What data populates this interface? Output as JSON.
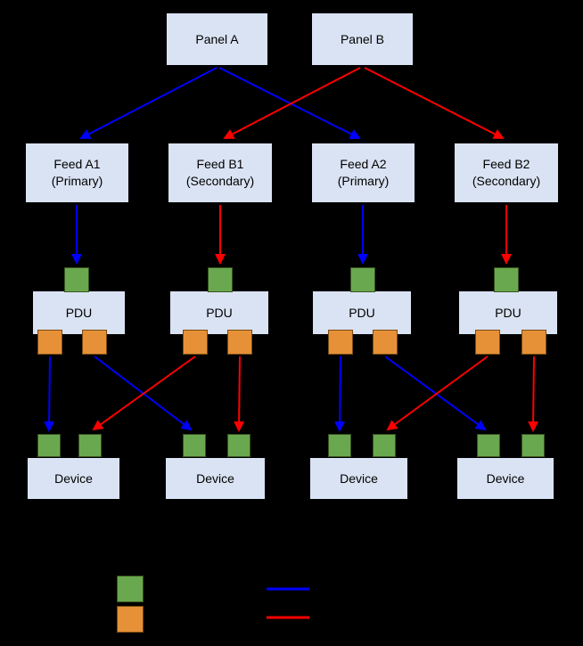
{
  "diagram": {
    "panels": [
      {
        "label": "Panel A"
      },
      {
        "label": "Panel B"
      }
    ],
    "feeds": [
      {
        "name": "Feed A1",
        "type": "(Primary)"
      },
      {
        "name": "Feed B1",
        "type": "(Secondary)"
      },
      {
        "name": "Feed A2",
        "type": "(Primary)"
      },
      {
        "name": "Feed B2",
        "type": "(Secondary)"
      }
    ],
    "labels": {
      "pdu": "PDU",
      "device": "Device"
    }
  },
  "colors": {
    "background": "#000000",
    "node_fill": "#dae3f3",
    "input_port": "#6aa84f",
    "output_port": "#e69138",
    "primary_path": "#0000ff",
    "secondary_path": "#ff0000"
  },
  "legend": {
    "swatches": [
      {
        "name": "input-port",
        "color": "#6aa84f"
      },
      {
        "name": "output-port",
        "color": "#e69138"
      }
    ],
    "lines": [
      {
        "name": "primary-path",
        "color": "#0000ff"
      },
      {
        "name": "secondary-path",
        "color": "#ff0000"
      }
    ]
  }
}
